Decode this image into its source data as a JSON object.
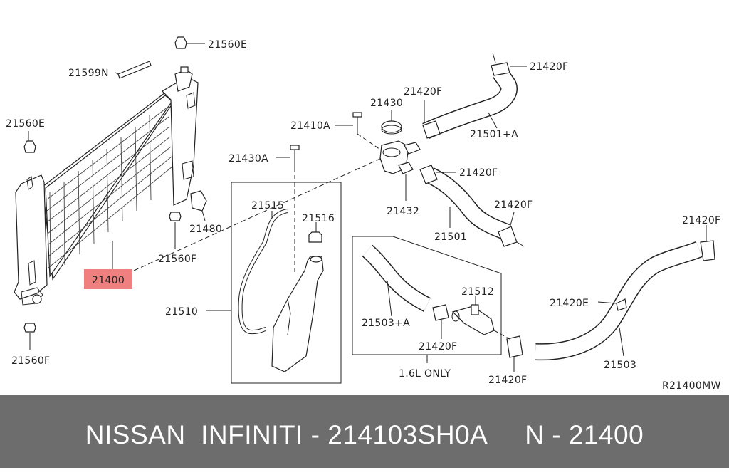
{
  "colors": {
    "highlight": "#f08080",
    "footer_bg": "#6d6d6d",
    "footer_text": "#ffffff",
    "line": "#222222"
  },
  "labels": {
    "p21560E_top": "21560E",
    "p21599N": "21599N",
    "p21560E_left": "21560E",
    "p21560F_mid": "21560F",
    "p21480": "21480",
    "p21400": "21400",
    "p21560F_bottom": "21560F",
    "p21510": "21510",
    "p21515": "21515",
    "p21516": "21516",
    "p21430A": "21430A",
    "p21410A": "21410A",
    "p21430": "21430",
    "p21432": "21432",
    "p21420F_cap": "21420F",
    "p21420F_upper": "21420F",
    "p21501A": "21501+A",
    "p21420F_mid": "21420F",
    "p21420F_right": "21420F",
    "p21501": "21501",
    "p21420F_far": "21420F",
    "p21420E": "21420E",
    "p21503": "21503",
    "p21420F_bottom": "21420F",
    "p21503A": "21503+A",
    "p21512": "21512",
    "p21420F_box": "21420F",
    "note_16l": "1.6L ONLY",
    "ref_code": "R21400MW"
  },
  "footer": {
    "text": "NISSAN  INFINITI - 214103SH0A     N - 21400"
  }
}
